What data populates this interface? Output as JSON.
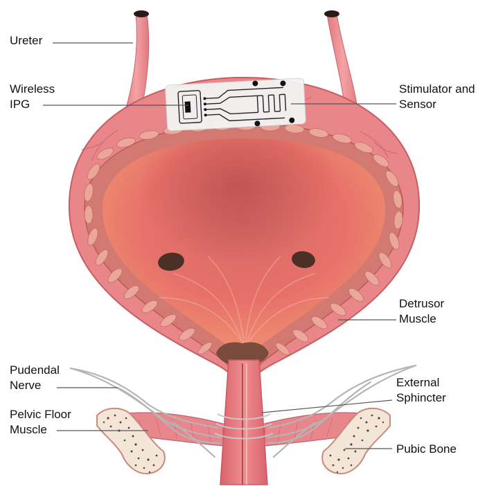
{
  "diagram": {
    "labels": {
      "ureter": {
        "line1": "Ureter"
      },
      "wireless_ipg": {
        "line1": "Wireless",
        "line2": "IPG"
      },
      "stimulator_sensor": {
        "line1": "Stimulator and",
        "line2": "Sensor"
      },
      "detrusor_muscle": {
        "line1": "Detrusor",
        "line2": "Muscle"
      },
      "pudendal_nerve": {
        "line1": "Pudendal",
        "line2": "Nerve"
      },
      "external_sphincter": {
        "line1": "External",
        "line2": "Sphincter"
      },
      "pelvic_floor_muscle": {
        "line1": "Pelvic Floor",
        "line2": "Muscle"
      },
      "pubic_bone": {
        "line1": "Pubic Bone"
      }
    },
    "colors": {
      "outer_wall": "#e8868a",
      "outer_wall_dark": "#c75d63",
      "muscle_layer": "#d27a72",
      "muscle_cell": "#eba79b",
      "inner_lumen": "#e56a66",
      "lumen_highlight": "#f2a454",
      "ureteral_opening": "#4a3026",
      "bone": "#f3e6d8",
      "bone_dot": "#6b3a2a",
      "nerve": "#b5b5b5",
      "device": "#f4f4f4",
      "device_trace": "#222222",
      "leader_line": "#555555"
    }
  }
}
